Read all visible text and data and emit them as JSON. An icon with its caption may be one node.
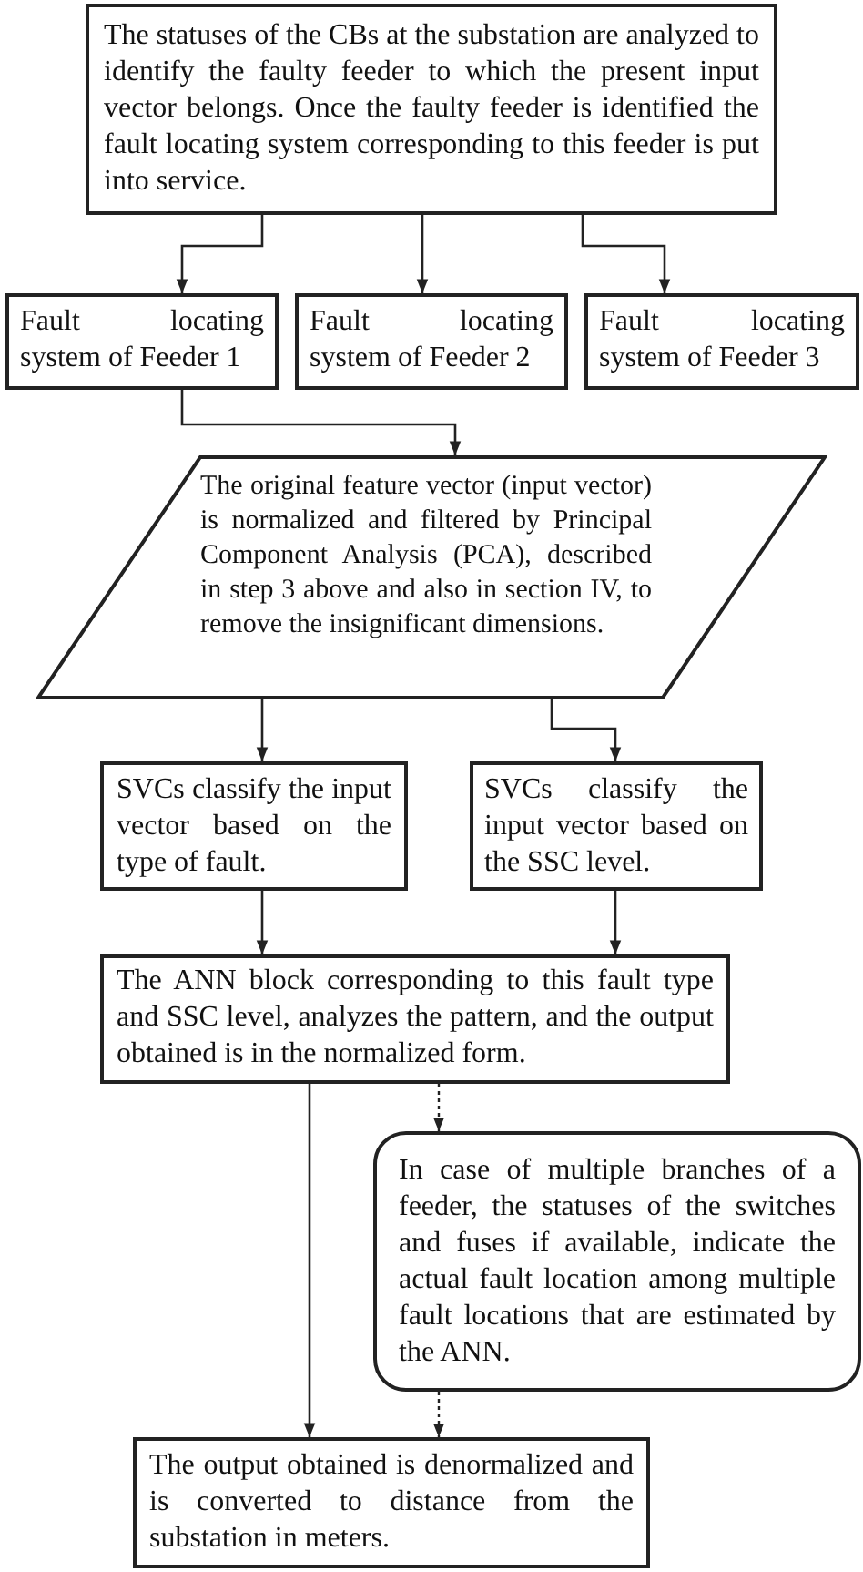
{
  "diagram": {
    "nodes": [
      {
        "text": [
          "The statuses of the CBs at the substation are analyzed to identify the faulty feeder to which the present input vector belongs. Once the faulty feeder is identified the fault locating system corresponding to this feeder is put into service."
        ]
      },
      {
        "text": [
          "Fault locating system of Feeder 1"
        ]
      },
      {
        "text": [
          "Fault locating system of Feeder 2"
        ]
      },
      {
        "text": [
          "Fault locating system of Feeder 3"
        ]
      },
      {
        "text": [
          "The original feature vector (input vector) is normalized and filtered by Principal Component Analysis (PCA), described in step 3 above and also in section IV, to remove the insignificant dimensions."
        ]
      },
      {
        "text": [
          "SVCs classify the input vector based on the type of fault."
        ]
      },
      {
        "text": [
          "SVCs classify the input vector based on the SSC level."
        ]
      },
      {
        "text": [
          "The ANN block corresponding to this fault type and SSC level, analyzes the pattern, and the output obtained is in the normalized form."
        ]
      },
      {
        "text": [
          "In case of multiple branches of a feeder, the statuses of the switches and fuses if available, indicate the actual fault location among multiple fault locations that are estimated by the ANN."
        ]
      },
      {
        "text": [
          "The output obtained is denormalized and is converted to distance from the substation in meters."
        ]
      }
    ],
    "edges": [
      {
        "from": 0,
        "to": 1,
        "arrow": "to"
      },
      {
        "from": 0,
        "to": 2,
        "arrow": "to"
      },
      {
        "from": 0,
        "to": 3,
        "arrow": "to"
      },
      {
        "from": 1,
        "to": 4,
        "arrow": "to"
      },
      {
        "from": 4,
        "to": 5,
        "arrow": "to"
      },
      {
        "from": 4,
        "to": 6,
        "arrow": "to"
      },
      {
        "from": 5,
        "to": 7,
        "arrow": "to"
      },
      {
        "from": 6,
        "to": 7,
        "arrow": "to"
      },
      {
        "from": 7,
        "to": 9,
        "arrow": "to"
      },
      {
        "from": 7,
        "to": 8,
        "arrow": "to",
        "style": "dashed"
      },
      {
        "from": 8,
        "to": 9,
        "arrow": "to",
        "style": "dashed"
      }
    ]
  }
}
